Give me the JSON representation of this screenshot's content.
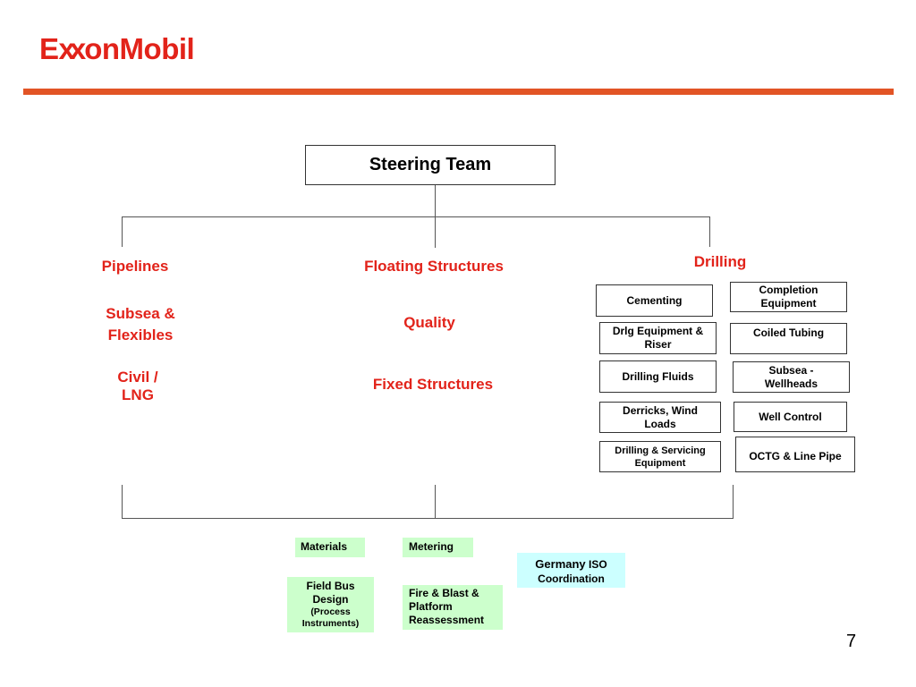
{
  "header": {
    "logo_text_1": "E",
    "logo_text_xx": "xx",
    "logo_text_2": "onMobil"
  },
  "steering": {
    "label": "Steering Team"
  },
  "left": {
    "pipelines": "Pipelines",
    "subsea_flexibles_1": "Subsea &",
    "subsea_flexibles_2": "Flexibles",
    "civil_1": "Civil /",
    "civil_2": "LNG"
  },
  "middle": {
    "floating": "Floating Structures",
    "quality": "Quality",
    "fixed": "Fixed Structures"
  },
  "drilling": {
    "title": "Drilling",
    "items": [
      {
        "l1": "Cementing",
        "l2": ""
      },
      {
        "l1": "Completion",
        "l2": "Equipment"
      },
      {
        "l1": "Drlg Equipment &",
        "l2": "Riser"
      },
      {
        "l1": "Coiled Tubing",
        "l2": ""
      },
      {
        "l1": "Drilling Fluids",
        "l2": ""
      },
      {
        "l1": "Subsea -",
        "l2": "Wellheads"
      },
      {
        "l1": "Derricks, Wind",
        "l2": "Loads"
      },
      {
        "l1": "Well Control",
        "l2": ""
      },
      {
        "l1": "Drilling & Servicing",
        "l2": "Equipment"
      },
      {
        "l1": "OCTG & Line Pipe",
        "l2": ""
      }
    ]
  },
  "bottom": {
    "materials": "Materials",
    "metering": "Metering",
    "field_bus_1": "Field Bus",
    "field_bus_2": "Design",
    "field_bus_3": "(Process",
    "field_bus_4": "Instruments)",
    "fire_blast_1": "Fire & Blast &",
    "fire_blast_2": "Platform",
    "fire_blast_3": "Reassessment",
    "germany": "Germany",
    "iso": "ISO",
    "coordination": "Coordination"
  },
  "colors": {
    "accent_red": "#e2231a",
    "bar": "#e25425",
    "green_box": "#ccffcc",
    "cyan_box": "#ccffff"
  },
  "page_number": "7"
}
